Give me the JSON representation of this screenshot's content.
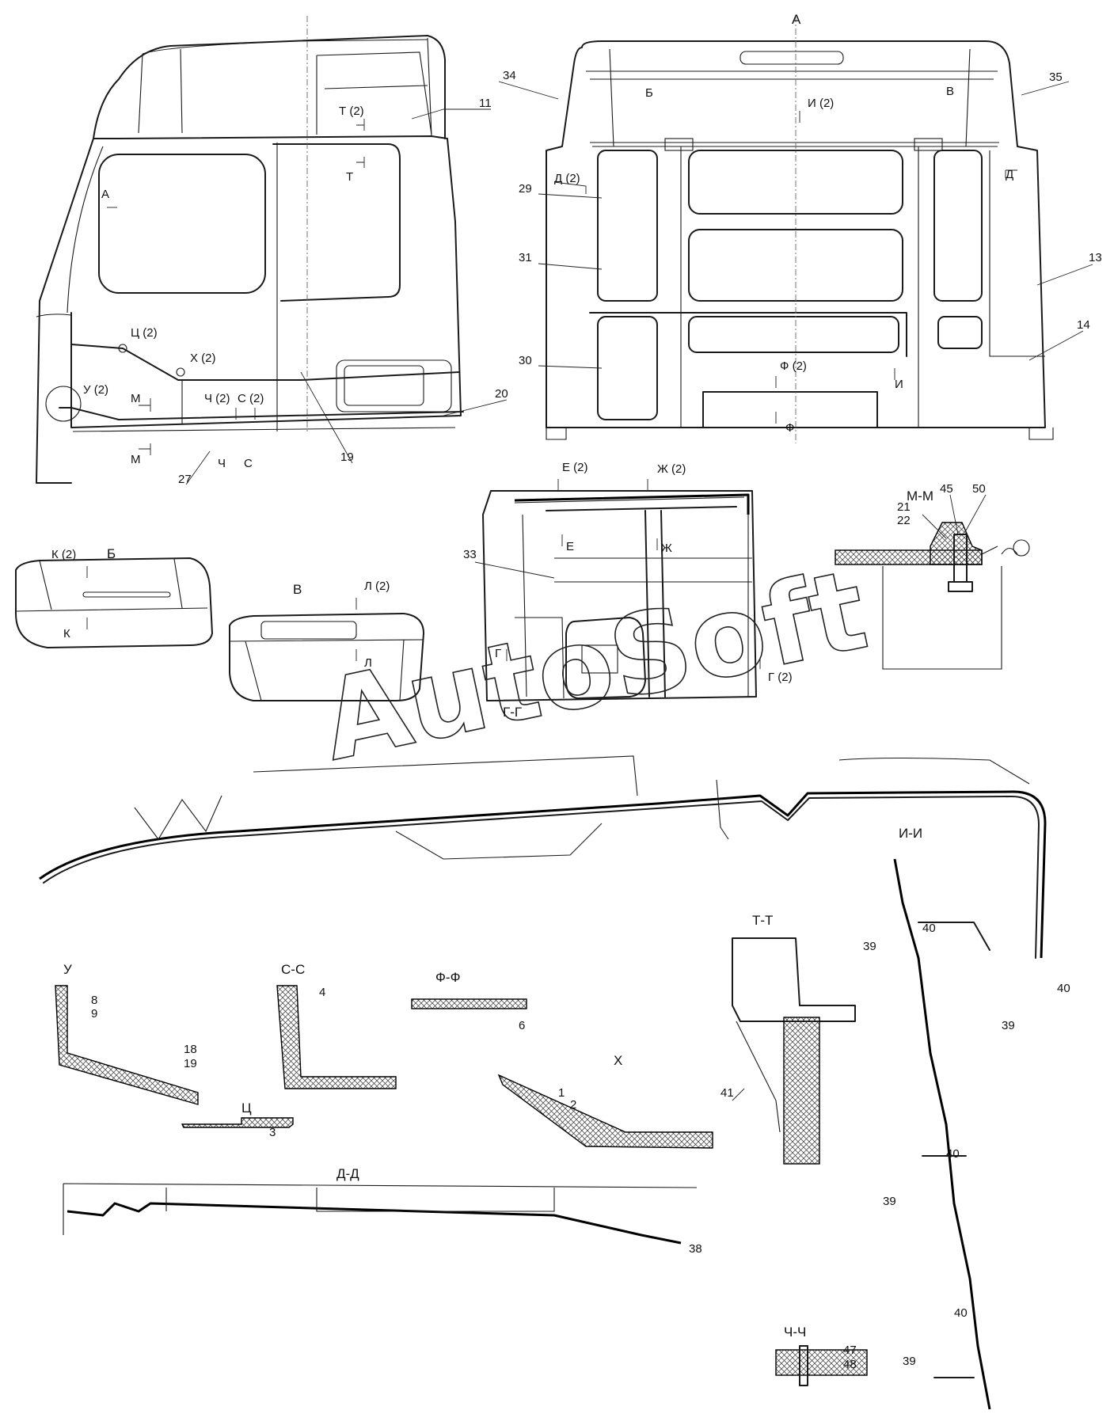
{
  "watermark": "AutoSoft",
  "views": {
    "A": "А",
    "B": "Б",
    "V": "В",
    "GG": "Г-Г",
    "II": "И-И",
    "MM": "М-М",
    "TT": "Т-Т",
    "U": "У",
    "SS": "С-С",
    "FF": "Ф-Ф",
    "X": "Х",
    "TS": "Ц",
    "DD": "Д-Д",
    "CHCH": "Ч-Ч"
  },
  "cuts": {
    "T2": "Т (2)",
    "T": "Т",
    "A": "А",
    "TS2": "Ц (2)",
    "X2": "Х (2)",
    "U2": "У (2)",
    "M": "М",
    "M_b": "М",
    "CH2": "Ч (2)",
    "S2": "С (2)",
    "CH": "Ч",
    "S": "С",
    "B": "Б",
    "I2": "И (2)",
    "V": "В",
    "D2": "Д (2)",
    "D": "Д",
    "F2": "Ф (2)",
    "I": "И",
    "F": "Ф",
    "K2": "К (2)",
    "K": "К",
    "L2": "Л (2)",
    "L": "Л",
    "E2": "Е (2)",
    "ZH2": "Ж (2)",
    "E": "Е",
    "ZH": "Ж",
    "G": "Г",
    "G2": "Г (2)"
  },
  "parts": {
    "p1": "1",
    "p2": "2",
    "p3": "3",
    "p4": "4",
    "p6": "6",
    "p8": "8",
    "p9": "9",
    "p11": "11",
    "p13": "13",
    "p14": "14",
    "p18": "18",
    "p19": "19",
    "p19b": "19",
    "p20": "20",
    "p21": "21",
    "p22": "22",
    "p27": "27",
    "p29": "29",
    "p30": "30",
    "p31": "31",
    "p33": "33",
    "p34": "34",
    "p35": "35",
    "p38": "38",
    "p39a": "39",
    "p39b": "39",
    "p39c": "39",
    "p39d": "39",
    "p40a": "40",
    "p40b": "40",
    "p40c": "40",
    "p40d": "40",
    "p41": "41",
    "p45": "45",
    "p47": "47",
    "p48": "48",
    "p50": "50"
  }
}
